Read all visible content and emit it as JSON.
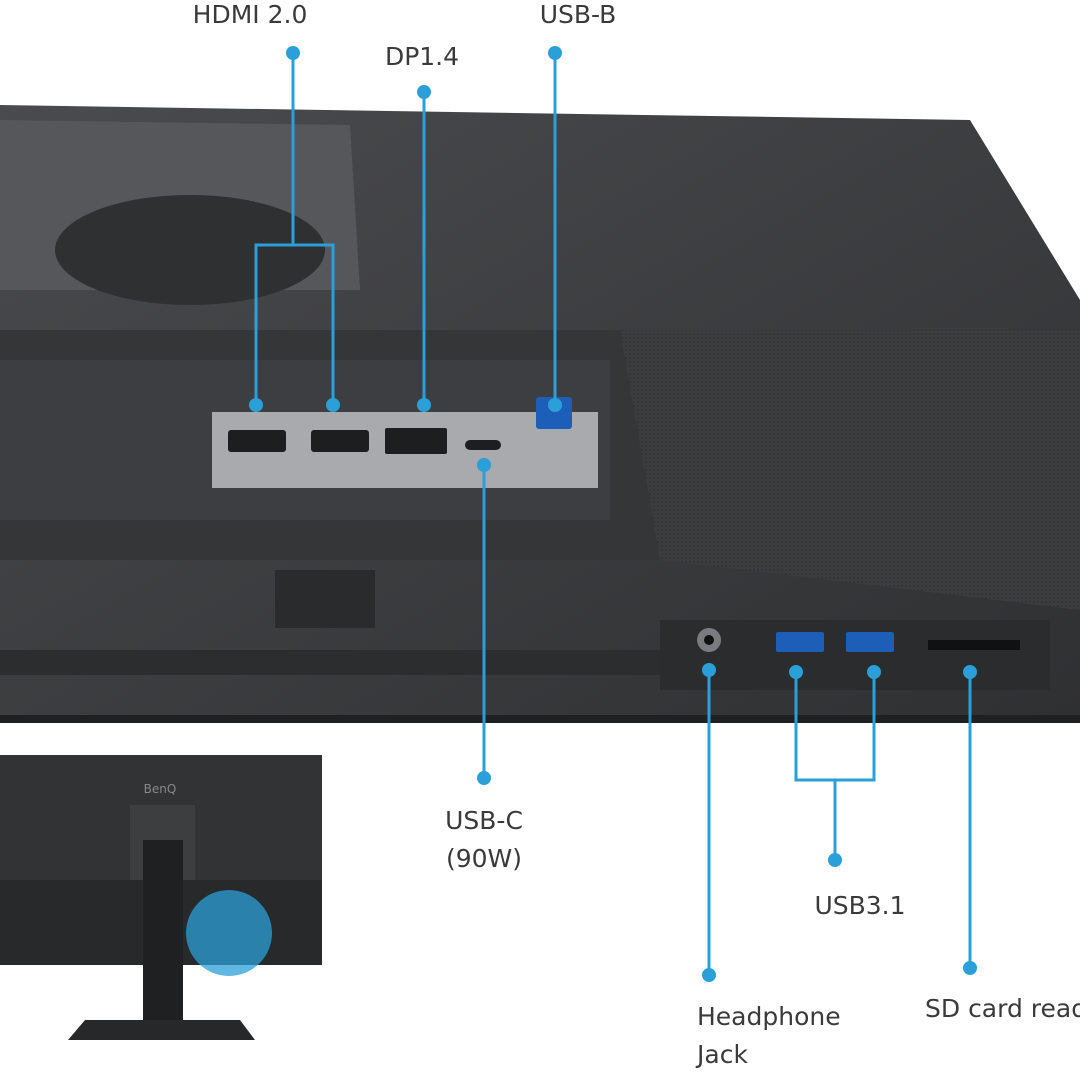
{
  "accent_color": "#2a9fd8",
  "brand_logo": "BenQ",
  "ports": {
    "hdmi": "HDMI 2.0",
    "dp": "DP1.4",
    "usb_b": "USB-B",
    "usb_c_line1": "USB-C",
    "usb_c_line2": "(90W)",
    "usb3": "USB3.1",
    "headphone_line1": "Headphone",
    "headphone_line2": "Jack",
    "sd": "SD card reader"
  }
}
